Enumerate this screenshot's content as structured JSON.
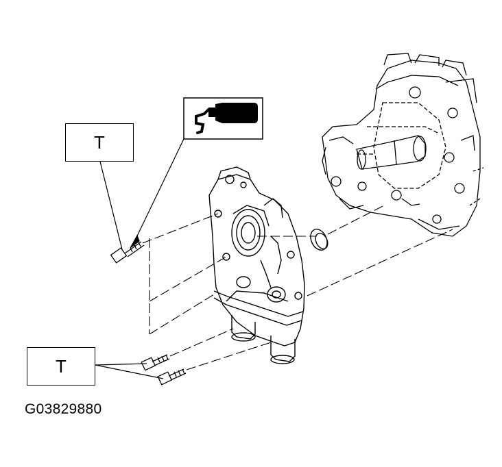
{
  "callouts": {
    "torque_top": "T",
    "torque_bottom": "T",
    "sealant_icon": "liquid-gasket-sealant-icon"
  },
  "figure": {
    "id": "G03829880"
  }
}
